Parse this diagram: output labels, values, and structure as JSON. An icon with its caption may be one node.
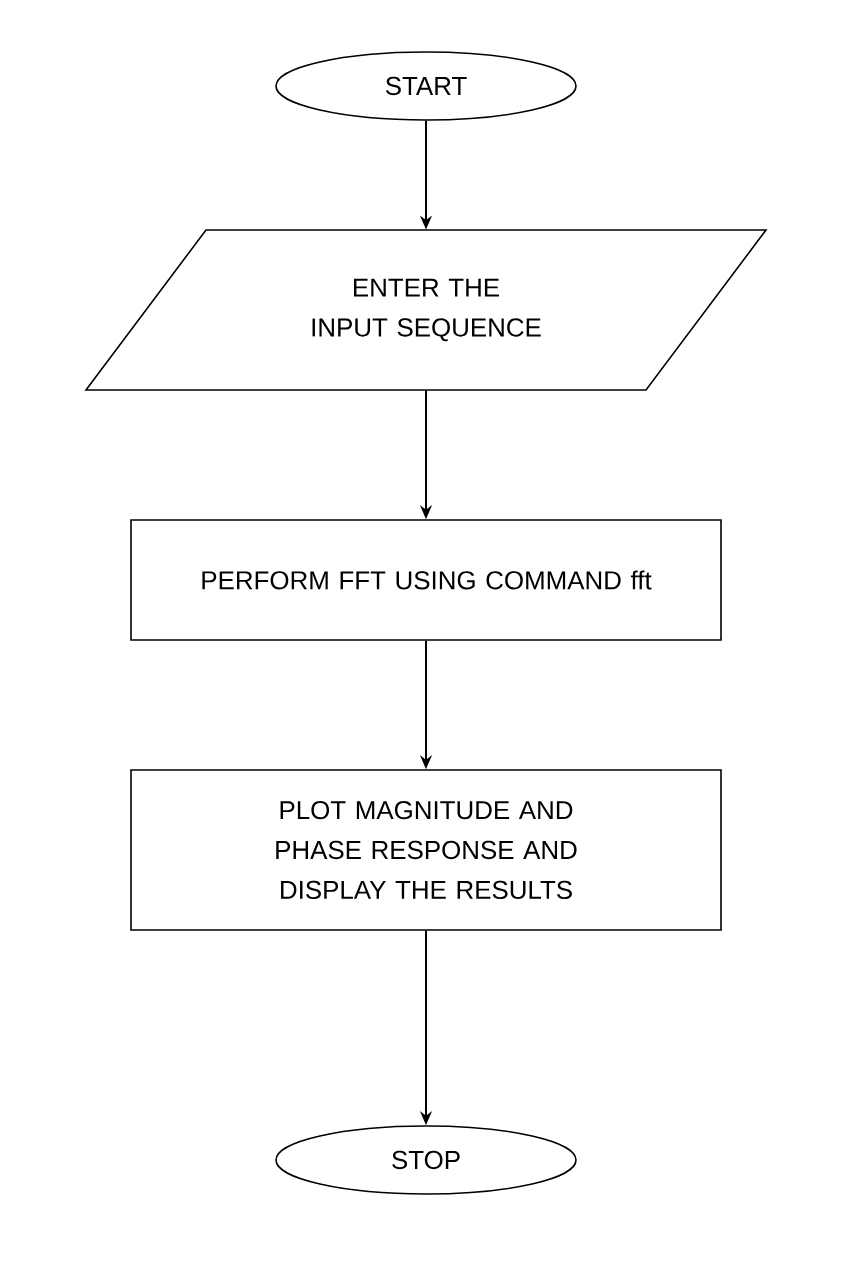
{
  "diagram": {
    "nodes": [
      {
        "text": [
          "START"
        ]
      },
      {
        "text": [
          "ENTER THE INPUT SEQUENCE"
        ]
      },
      {
        "text": [
          "PERFORM FFT USING COMMAND fft"
        ]
      },
      {
        "text": [
          "PLOT MAGNITUDE AND PHASE RESPONSE AND DISPLAY THE RESULTS"
        ]
      },
      {
        "text": [
          "STOP"
        ]
      }
    ],
    "edges": [
      {
        "from": 0,
        "to": 1,
        "arrow": "to"
      },
      {
        "from": 1,
        "to": 2,
        "arrow": "to"
      },
      {
        "from": 2,
        "to": 3,
        "arrow": "to"
      },
      {
        "from": 3,
        "to": 4,
        "arrow": "to"
      }
    ]
  }
}
